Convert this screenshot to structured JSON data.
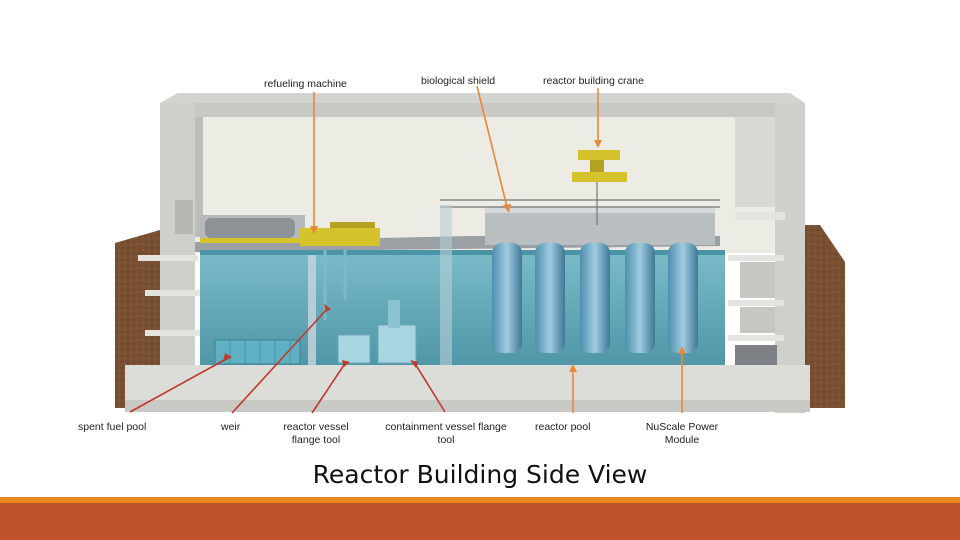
{
  "slide": {
    "title": "Reactor Building Side View",
    "accent_colors": {
      "footer_stripe": "#e7891f",
      "footer_band": "#c0532a",
      "pointer_red": "#c0392b",
      "pointer_orange": "#e8883a"
    }
  },
  "labels": {
    "refueling_machine": "refueling machine",
    "biological_shield": "biological shield",
    "reactor_building_crane": "reactor building crane",
    "spent_fuel_pool": "spent fuel pool",
    "weir": "weir",
    "reactor_vessel_flange_tool_l1": "reactor vessel",
    "reactor_vessel_flange_tool_l2": "flange tool",
    "containment_vessel_flange_tool_l1": "containment vessel flange",
    "containment_vessel_flange_tool_l2": "tool",
    "reactor_pool": "reactor pool",
    "nuscale_power_module_l1": "NuScale Power",
    "nuscale_power_module_l2": "Module"
  }
}
